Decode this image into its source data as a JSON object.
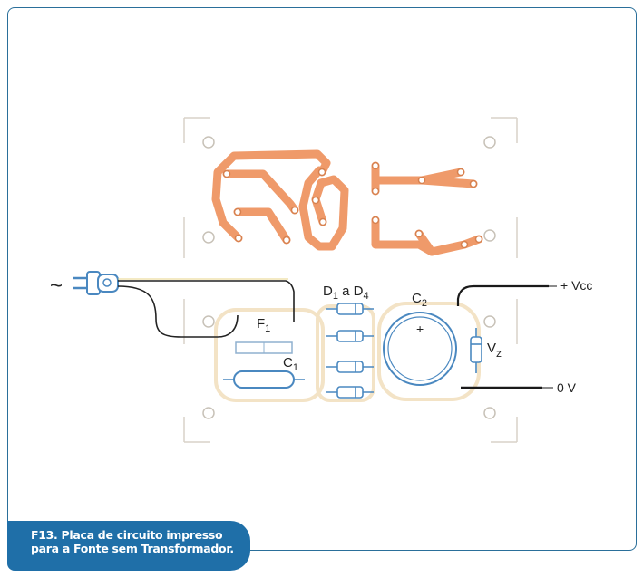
{
  "figure": {
    "caption_line1": "F13. Placa de circuito impresso",
    "caption_line2": "para a Fonte sem Transformador.",
    "labels": {
      "ac_symbol": "~",
      "vcc": "+ Vcc",
      "zero_v": "0 V",
      "f1_main": "F",
      "f1_sub": "1",
      "c1_main": "C",
      "c1_sub": "1",
      "d_main1": "D",
      "d_sub1": "1",
      "d_mid": " a D",
      "d_sub2": "4",
      "c2_main": "C",
      "c2_sub": "2",
      "plus": "+",
      "vz_main": "V",
      "vz_sub": "z"
    },
    "colors": {
      "copper": "#ef9a6a",
      "component_outline": "#4a88c0",
      "board_ghost": "#f3e3c6",
      "wire": "#1a1a1a",
      "frame": "#2a6f9a",
      "caption_bg": "#1f6fa8"
    }
  }
}
